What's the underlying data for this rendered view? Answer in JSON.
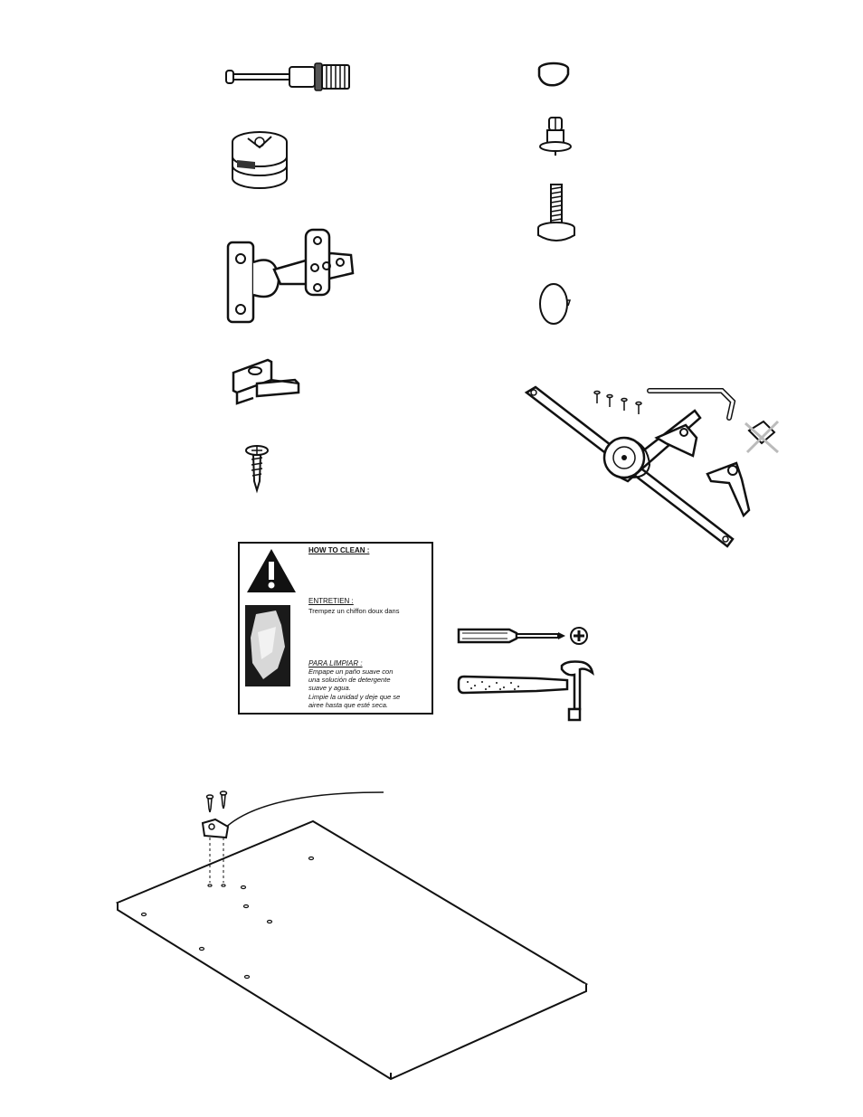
{
  "care_card": {
    "heading_en": "HOW TO CLEAN :",
    "heading_fr": "ENTRETIEN :",
    "text_fr": "Trempez un chiffon doux dans",
    "heading_es": "PARA LIMPIAR :",
    "text_es_1": "Empape un paño suave con",
    "text_es_2": "una solución de detergente",
    "text_es_3": "suave y agua.",
    "text_es_4": "Limpie la unidad y deje que se",
    "text_es_5": "airee hasta que esté seca."
  },
  "parts": [
    {
      "icon": "cam-bolt-icon"
    },
    {
      "icon": "cam-lock-icon"
    },
    {
      "icon": "concealed-hinge-icon"
    },
    {
      "icon": "shelf-support-clip-icon"
    },
    {
      "icon": "wood-screw-icon"
    },
    {
      "icon": "bumper-pad-icon"
    },
    {
      "icon": "dowel-post-icon"
    },
    {
      "icon": "leveling-foot-icon"
    },
    {
      "icon": "cover-cap-icon"
    },
    {
      "icon": "lid-stay-kit-icon"
    }
  ],
  "tools": [
    {
      "icon": "phillips-screwdriver-icon"
    },
    {
      "icon": "hammer-icon"
    }
  ]
}
